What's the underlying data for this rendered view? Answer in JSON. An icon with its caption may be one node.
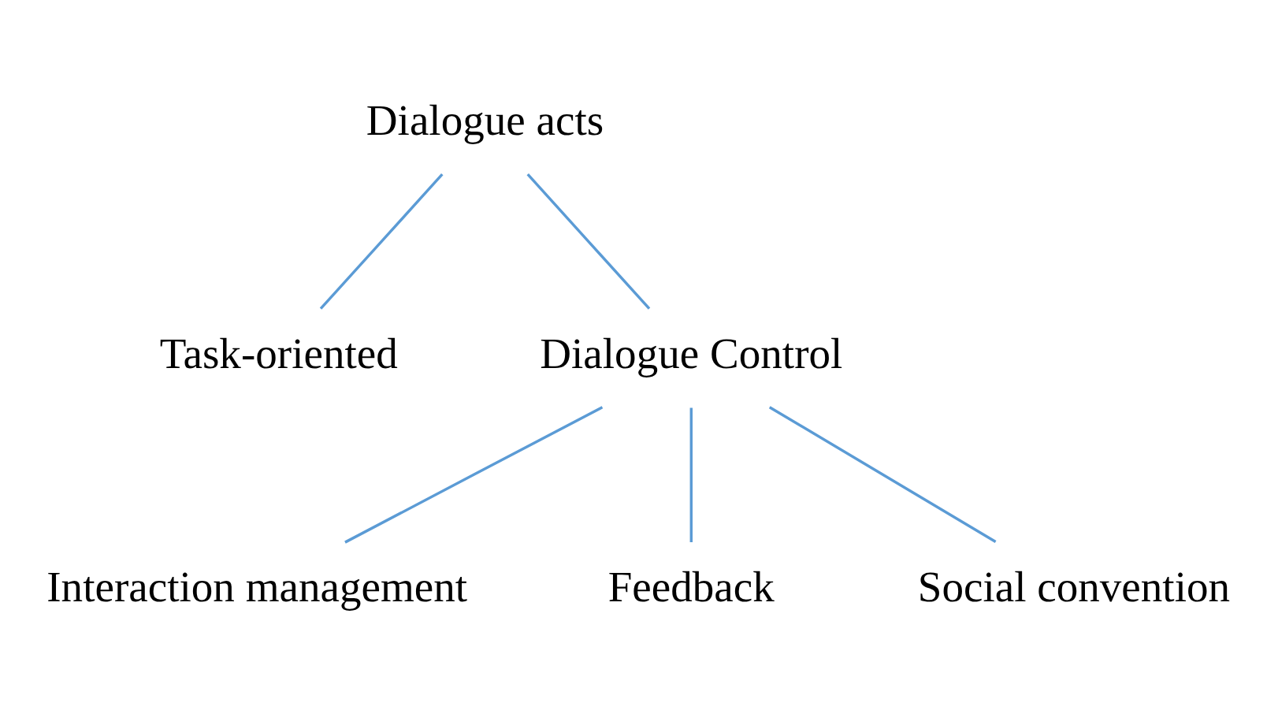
{
  "diagram": {
    "nodes": [
      {
        "text": [
          "Dialogue acts"
        ]
      },
      {
        "text": [
          "Task-oriented"
        ]
      },
      {
        "text": [
          "Dialogue Control"
        ]
      },
      {
        "text": [
          "Interaction management"
        ]
      },
      {
        "text": [
          "Feedback"
        ]
      },
      {
        "text": [
          "Social convention"
        ]
      }
    ],
    "edges": [
      {
        "from": 0,
        "to": 1,
        "arrow": "none"
      },
      {
        "from": 0,
        "to": 2,
        "arrow": "none"
      },
      {
        "from": 2,
        "to": 3,
        "arrow": "none"
      },
      {
        "from": 2,
        "to": 4,
        "arrow": "none"
      },
      {
        "from": 2,
        "to": 5,
        "arrow": "none"
      }
    ]
  }
}
